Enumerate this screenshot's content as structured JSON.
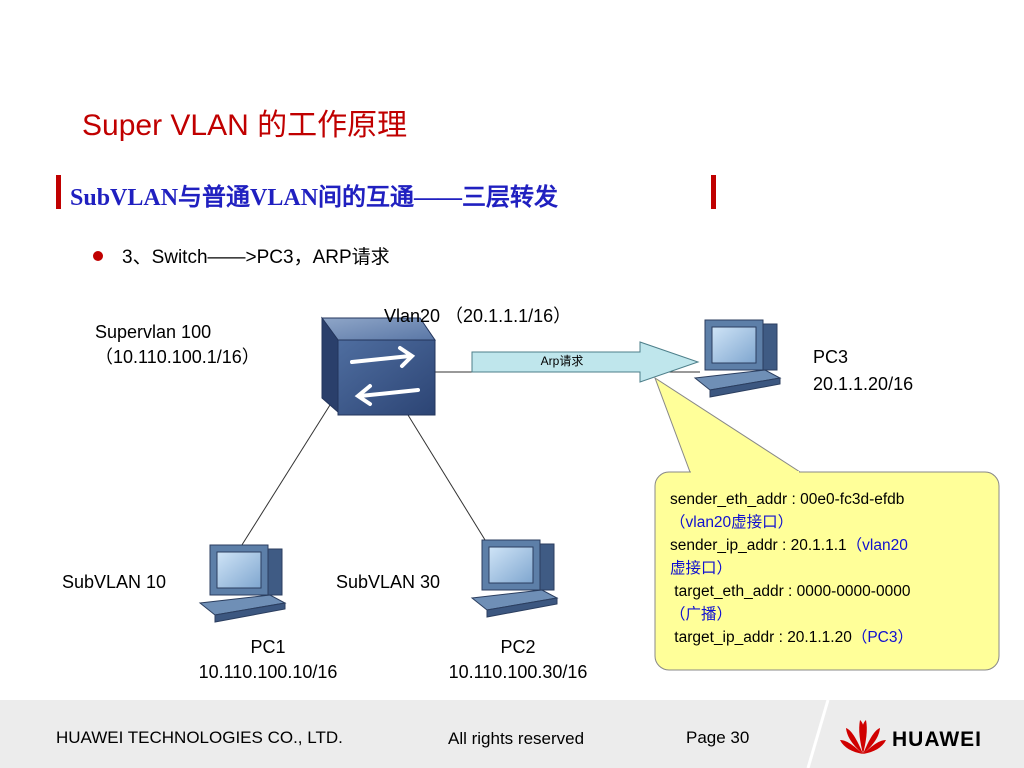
{
  "title": "Super VLAN 的工作原理",
  "subtitle": "SubVLAN与普通VLAN间的互通——三层转发",
  "bullet": "3、Switch——>PC3，ARP请求",
  "switch": {
    "vlan20_label": "Vlan20 （20.1.1.1/16）",
    "supervlan_line1": "Supervlan  100",
    "supervlan_line2": "（10.110.100.1/16）"
  },
  "arp_label": "Arp请求",
  "pc3": {
    "name": "PC3",
    "ip": "20.1.1.20/16"
  },
  "subvlan10": "SubVLAN 10",
  "subvlan30": "SubVLAN 30",
  "pc1": {
    "name": "PC1",
    "ip": "10.110.100.10/16"
  },
  "pc2": {
    "name": "PC2",
    "ip": "10.110.100.30/16"
  },
  "callout": {
    "sender_eth": "sender_eth_addr : 00e0-fc3d-efdb",
    "sender_eth_note": "（vlan20虚接口）",
    "sender_ip": "sender_ip_addr : 20.1.1.1",
    "sender_ip_note_a": "（vlan20",
    "sender_ip_note_b": "虚接口）",
    "target_eth": " target_eth_addr : 0000-0000-0000",
    "target_eth_note": "（广播）",
    "target_ip": " target_ip_addr : 20.1.1.20",
    "target_ip_note": "（PC3）"
  },
  "footer": {
    "company": "HUAWEI TECHNOLOGIES CO., LTD.",
    "rights": "All rights reserved",
    "page": "Page 30",
    "brand": "HUAWEI"
  },
  "colors": {
    "title_red": "#c00000",
    "subtitle_blue": "#2020c0",
    "callout_fill": "#ffff99",
    "arrow_fill": "#bfe6ec",
    "note_blue": "#1010d0",
    "switch_blue": "#3c5a8c"
  }
}
